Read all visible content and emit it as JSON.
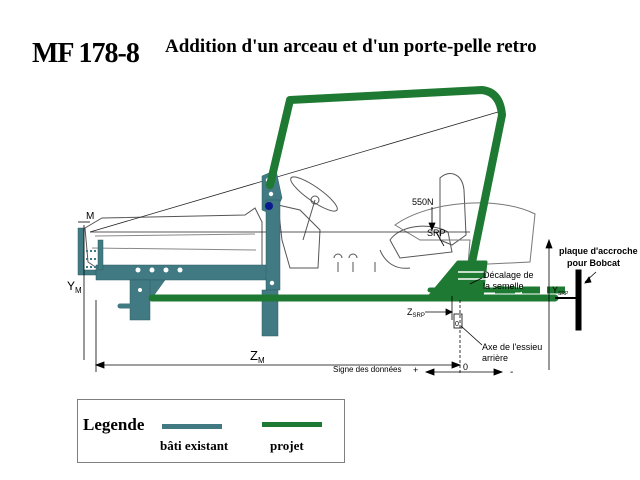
{
  "header": {
    "code": "MF 178-8",
    "subtitle": "Addition d'un arceau et d'un porte-pelle retro"
  },
  "colors": {
    "existing_frame": "#417a82",
    "project": "#1e7a32",
    "line": "#000000"
  },
  "labels": {
    "m": "M",
    "ym": "Y",
    "ym_sub": "M",
    "zm": "Z",
    "zm_sub": "M",
    "force": "550N",
    "srp": "SRP",
    "zsrp": "Z",
    "zsrp_sub": "SRP",
    "ysrp": "Y",
    "ysrp_sub": "SRP",
    "offset_line1": "Décalage de",
    "offset_line2": "la semelle",
    "axle_line1": "Axe de l'essieu",
    "axle_line2": "arrière",
    "sign": "Signe des données",
    "plus_left": "+",
    "zero_axis": "0",
    "minus_right": "-",
    "zero_small": "0",
    "plate_line1": "plaque d'accroche",
    "plate_line2": "pour Bobcat"
  },
  "legend": {
    "title": "Legende",
    "existing": "bâti existant",
    "project": "projet"
  }
}
